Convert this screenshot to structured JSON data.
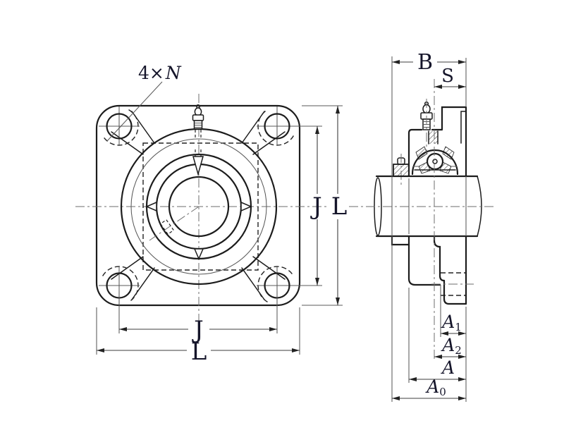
{
  "colors": {
    "background": "#ffffff",
    "line": "#1c1c1c",
    "thin_line": "#5a5a5a",
    "label": "#15152a"
  },
  "callout": {
    "prefix": "4×",
    "letter": "N"
  },
  "front_view": {
    "dims": {
      "bolt_pitch_horizontal": "J",
      "overall_width": "L",
      "bolt_pitch_vertical": "J",
      "overall_height": "L"
    }
  },
  "side_view": {
    "dims": {
      "overall_width": "B",
      "center_to_face": "S",
      "a1": {
        "base": "A",
        "sub": "1"
      },
      "a2": {
        "base": "A",
        "sub": "2"
      },
      "a": {
        "base": "A",
        "sub": ""
      },
      "a0": {
        "base": "A",
        "sub": "0"
      }
    }
  }
}
